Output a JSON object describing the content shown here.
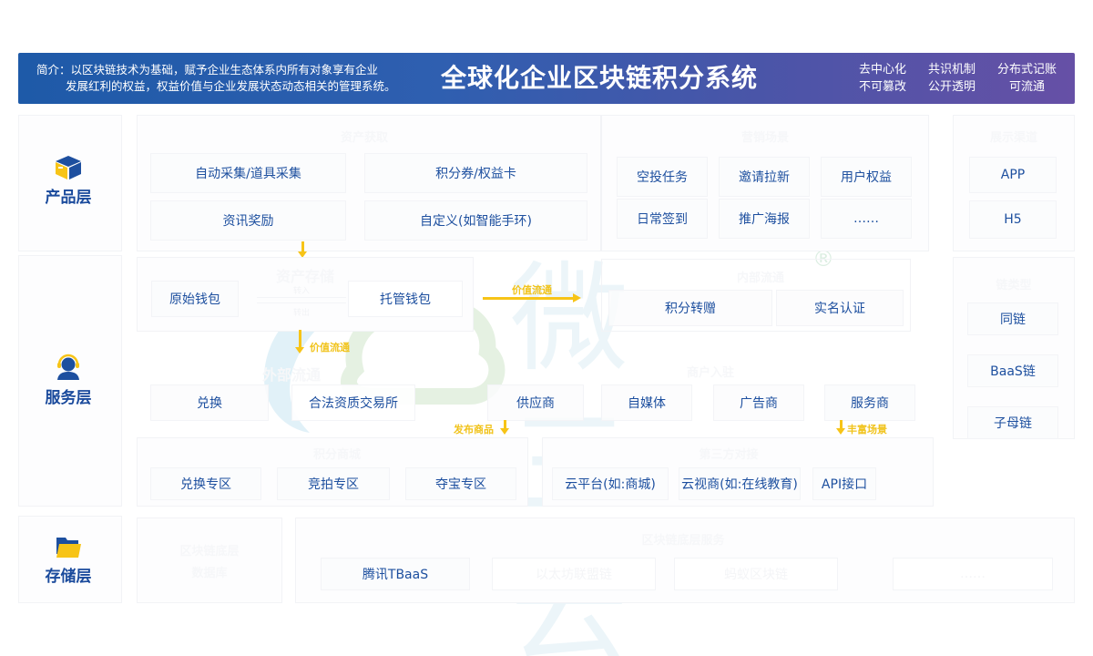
{
  "banner": {
    "intro_line1": "简介：以区块链技术为基础，赋予企业生态体系内所有对象享有企业",
    "intro_line2": "发展红利的权益，权益价值与企业发展状态动态相关的管理系统。",
    "title": "全球化企业区块链积分系统",
    "tags": [
      {
        "line1": "去中心化",
        "line2": "不可篡改"
      },
      {
        "line1": "共识机制",
        "line2": "公开透明"
      },
      {
        "line1": "分布式记账",
        "line2": "可流通"
      }
    ]
  },
  "layers": {
    "product": {
      "label": "产品层",
      "icon": "box-icon"
    },
    "service": {
      "label": "服务层",
      "icon": "headset-user-icon"
    },
    "storage": {
      "label": "存储层",
      "icon": "folder-icon"
    }
  },
  "product": {
    "sec1_header": "资产获取",
    "sec1_items": [
      "自动采集/道具采集",
      "积分券/权益卡",
      "资讯奖励",
      "自定义(如智能手环)"
    ],
    "sec2_header": "营销场景",
    "sec2_items": [
      "空投任务",
      "邀请拉新",
      "用户权益",
      "日常签到",
      "推广海报",
      "……"
    ],
    "sec3_header": "展示渠道",
    "sec3_items": [
      "APP",
      "H5"
    ]
  },
  "service": {
    "storage_header": "资产存储",
    "wallets": [
      "原始钱包",
      "托管钱包"
    ],
    "transfer_in": "转入",
    "transfer_out": "转出",
    "flow_label_down": "价值流通",
    "flow_label_right": "价值流通",
    "internal_header": "内部流通",
    "internal_items": [
      "积分转赠",
      "实名认证"
    ],
    "external_header": "外部流通",
    "external_items": [
      "兑换",
      "合法资质交易所"
    ],
    "partner_header": "商户入驻",
    "partner_items": [
      "供应商",
      "自媒体",
      "广告商",
      "服务商"
    ],
    "publish_label": "发布商品",
    "enrich_label": "丰富场景",
    "chain_header": "链类型",
    "chain_items": [
      "同链",
      "BaaS链",
      "子母链"
    ],
    "mall_header": "积分商城",
    "mall_items": [
      "兑换专区",
      "竞拍专区",
      "夺宝专区"
    ],
    "third_header": "第三方对接",
    "third_items": [
      "云平台(如:商城)",
      "云视商(如:在线教育)",
      "API接口"
    ]
  },
  "storage": {
    "left_header_line1": "区块链底层",
    "left_header_line2": "数据库",
    "right_header": "区块链底层服务",
    "items": [
      "腾讯TBaaS",
      "以太坊联盟链",
      "蚂蚁区块链",
      "……"
    ]
  },
  "watermark": {
    "text": "微三云",
    "reg": "®"
  }
}
